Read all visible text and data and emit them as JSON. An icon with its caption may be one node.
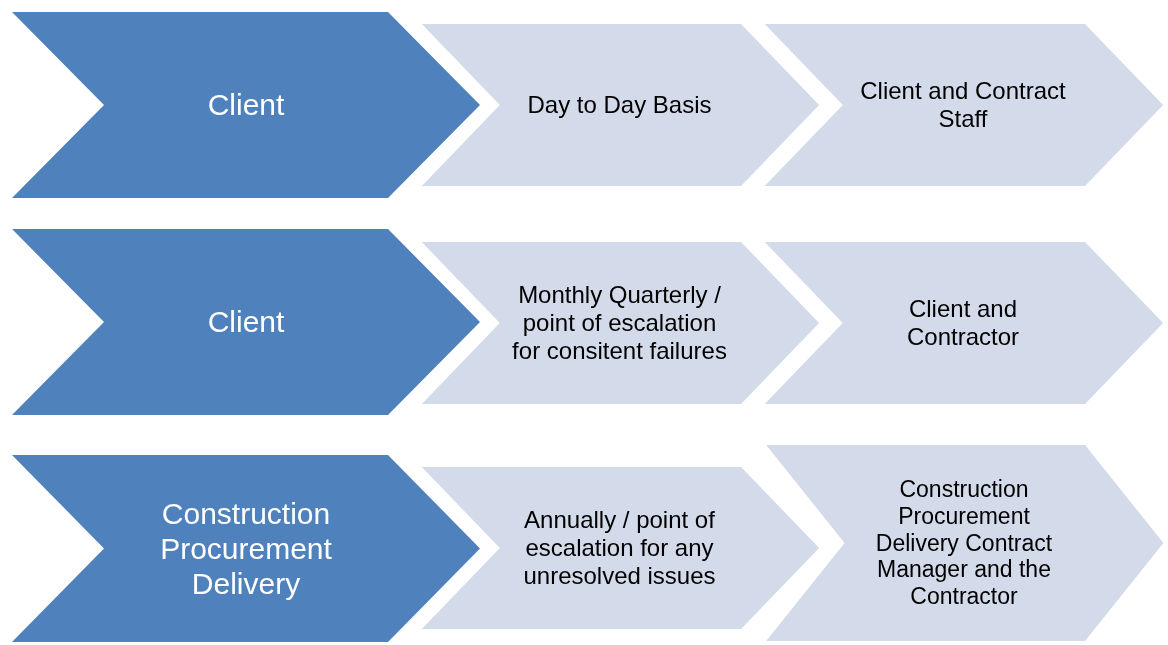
{
  "diagram": {
    "nodes": [
      {
        "text": [
          "Client"
        ]
      },
      {
        "text": [
          "Day to Day Basis"
        ]
      },
      {
        "text": [
          "Client and Contract Staff"
        ]
      },
      {
        "text": [
          "Client"
        ]
      },
      {
        "text": [
          "Monthly Quarterly / point of escalation for consitent failures"
        ]
      },
      {
        "text": [
          "Client and Contractor"
        ]
      },
      {
        "text": [
          "Construction Procurement Delivery"
        ]
      },
      {
        "text": [
          "Annually / point of escalation for any unresolved issues"
        ]
      },
      {
        "text": [
          "Construction Procurement Delivery Contract Manager and the Contractor"
        ]
      }
    ]
  }
}
